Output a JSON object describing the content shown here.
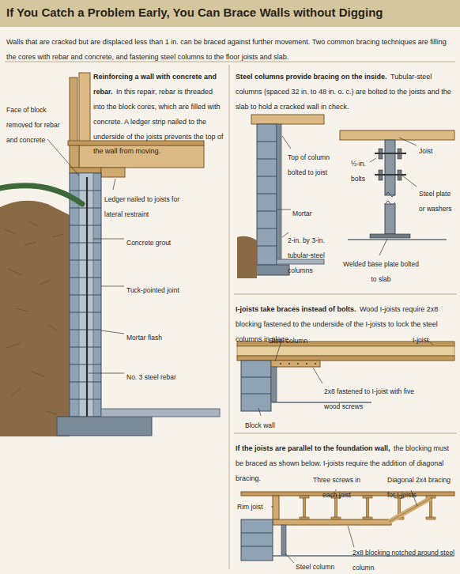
{
  "diagram": {
    "title": "If You Catch a Problem Early, You Can Brace Walls without Digging",
    "labels": [
      "Walls that are cracked but are displaced less than 1 in. can be braced against further movement. Two common bracing techniques are filling the cores with rebar and concrete, and fastening steel columns to the floor joists and slab.",
      "Reinforcing a wall with concrete and rebar.",
      "In this repair, rebar is threaded into the block cores, which are filled with concrete. A ledger strip nailed to the underside of the joists prevents the top of the wall from moving.",
      "Face of block removed for rebar and concrete",
      "Ledger nailed to joists for lateral restraint",
      "Concrete grout",
      "Tuck-pointed joint",
      "Mortar flash",
      "No. 3 steel rebar",
      "Steel columns provide bracing on the inside.",
      "Tubular-steel columns (spaced 32 in. to 48 in. o. c.) are bolted to the joists and the slab to hold a cracked wall in check.",
      "Top of column bolted to joist",
      "Mortar",
      "2-in. by 3-in. tubular-steel columns",
      "Joist",
      "½-in. bolts",
      "Steel plate or washers",
      "Welded base plate bolted to slab",
      "I-joists take braces instead of bolts.",
      "Wood I-joists require 2x8 blocking fastened to the underside of the I-joists to lock the steel columns in place.",
      "Steel column",
      "I-joist",
      "2x8 fastened to I-joist with five wood screws",
      "Block wall",
      "If the joists are parallel to the foundation wall,",
      "the blocking must be braced as shown below. I-joists require the addition of diagonal bracing.",
      "Diagonal 2x4 bracing for I-joists",
      "Rim joist",
      "Three screws in each joist",
      "Steel column",
      "2x8 blocking notched around steel column"
    ]
  }
}
